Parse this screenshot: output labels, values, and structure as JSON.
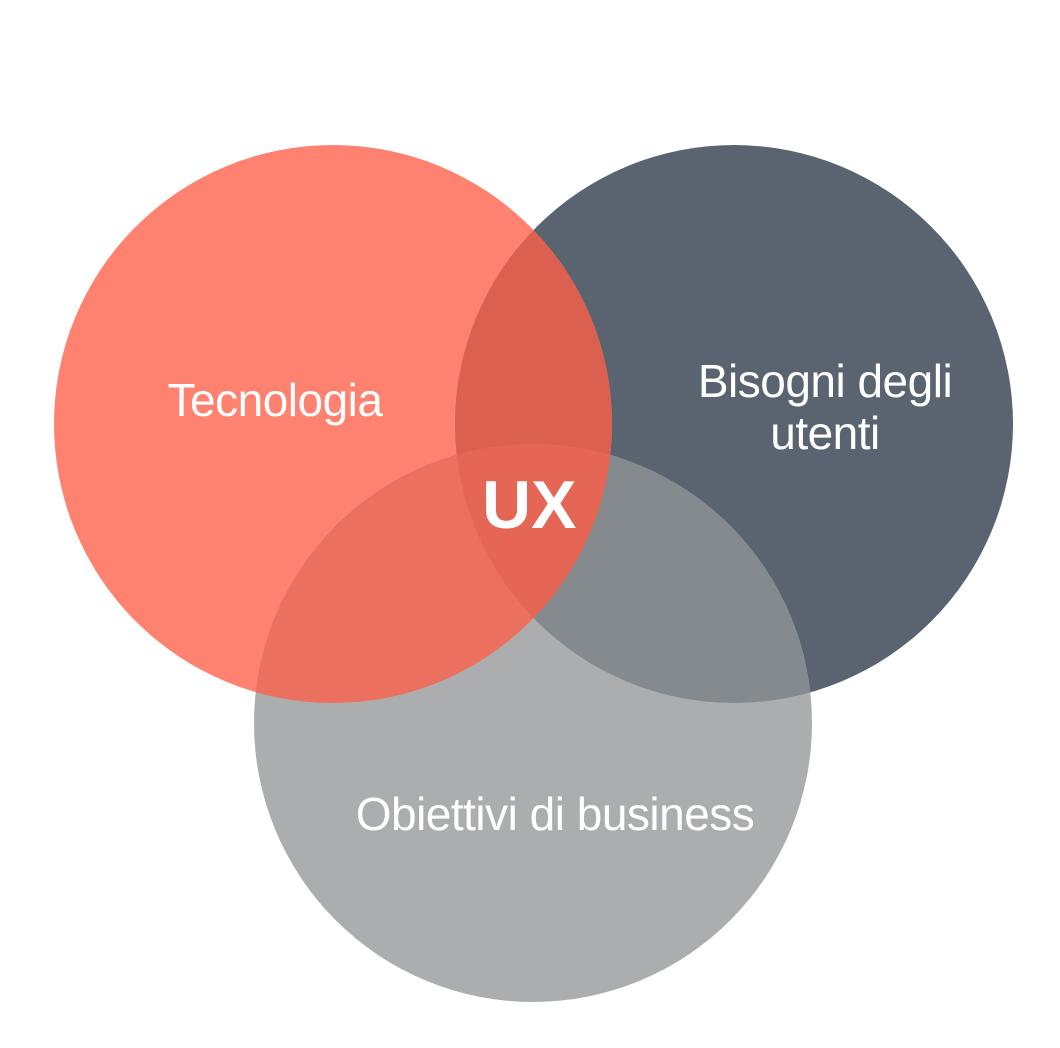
{
  "diagram": {
    "center_label": "UX",
    "sets": [
      {
        "label": "Tecnologia",
        "color": "#FF8170"
      },
      {
        "label_line1": "Bisogni degli",
        "label_line2": "utenti",
        "color": "#5A6470"
      },
      {
        "label": "Obiettivi di business",
        "color": "#ACADAF"
      }
    ],
    "overlap_colors": {
      "tech_users": "#DC604F",
      "tech_business": "#EC7060",
      "users_business": "#858A8E",
      "all": "#E56655"
    }
  }
}
